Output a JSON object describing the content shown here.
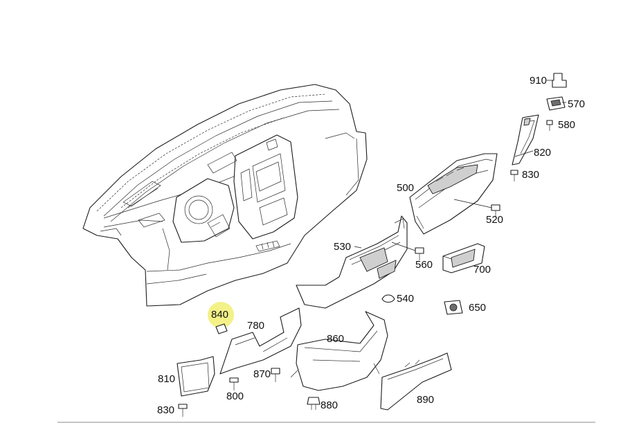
{
  "diagram": {
    "highlight_color": "#f2f07a",
    "callouts": {
      "c910": "910",
      "c570": "570",
      "c580": "580",
      "c820": "820",
      "c830a": "830",
      "c500": "500",
      "c520": "520",
      "c530": "530",
      "c560": "560",
      "c700": "700",
      "c540": "540",
      "c650": "650",
      "c840": "840",
      "c780": "780",
      "c860": "860",
      "c810": "810",
      "c870": "870",
      "c800": "800",
      "c880": "880",
      "c890": "890",
      "c830b": "830"
    }
  }
}
